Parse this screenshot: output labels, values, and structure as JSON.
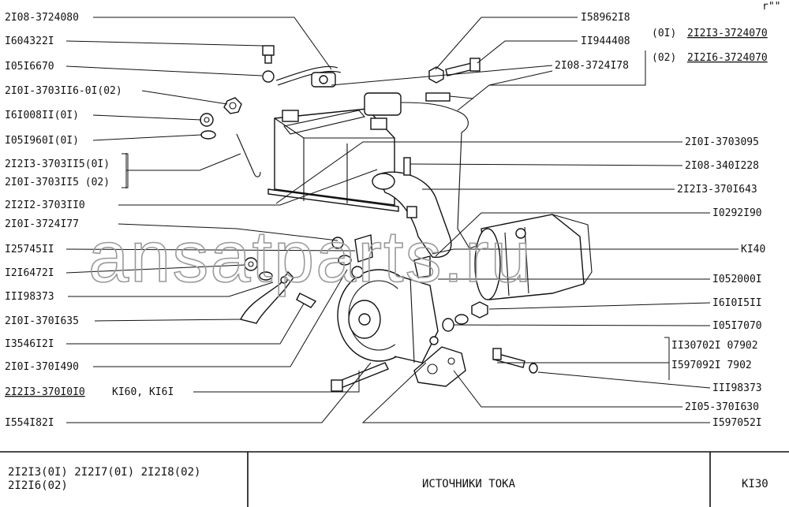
{
  "callouts_left": [
    "2I08-3724080",
    "I604322I",
    "I05I6670",
    "2I0I-3703II6-0I(02)",
    "I6I008II(0I)",
    "I05I960I(0I)",
    "2I2I3-3703II5(0I)",
    "2I0I-3703II5 (02)",
    "2I2I2-3703II0",
    "2I0I-3724I77",
    "I25745II",
    "I2I6472I",
    "III98373",
    "2I0I-370I635",
    "I3546I2I",
    "2I0I-370I490",
    "2I2I3-370I0I0",
    "I554I82I"
  ],
  "callout_left_suffix": "KI60, KI6I",
  "callouts_right": [
    "I58962I8",
    "II944408",
    "2I08-3724I78",
    "2I0I-3703095",
    "2I08-340I228",
    "2I2I3-370I643",
    "I0292I90",
    "KI40",
    "I052000I",
    "I6I0I5II",
    "I05I7070",
    "II30702I 07902",
    "I597092I  7902",
    "III98373",
    "2I05-370I630",
    "I597052I"
  ],
  "variant_labels": {
    "v01_prefix": "(0I)",
    "v01_code": "2I2I3-3724070",
    "v02_prefix": "(02)",
    "v02_code": "2I2I6-3724070"
  },
  "corner_mark": "r\"\"",
  "watermark": "ansatparts.ru",
  "title_block": {
    "models_line1": "2I2I3(0I)  2I2I7(0I)  2I2I8(02)",
    "models_line2": "2I2I6(02)",
    "title": "ИСТОЧНИКИ  ТОКА",
    "sheet": "KI30"
  }
}
